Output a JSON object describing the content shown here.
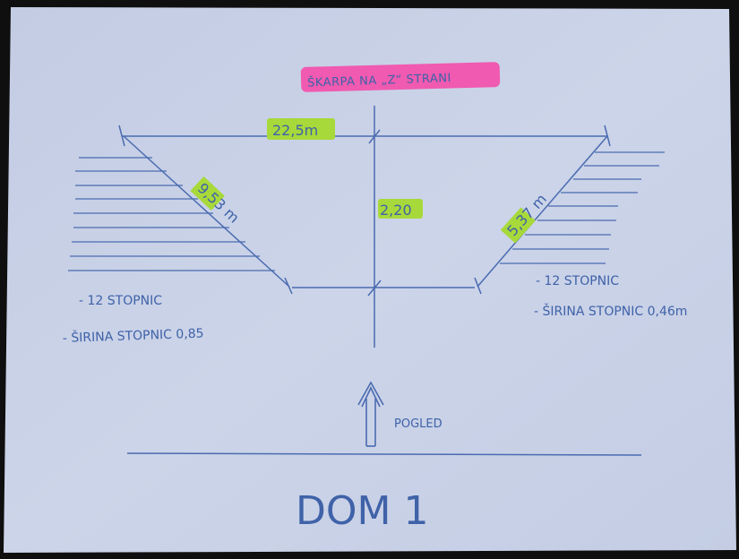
{
  "title": "ŠKARPA NA „Z“ STRANI",
  "dimensions": {
    "top_width": "22,5m",
    "left_slope": "9,53 m",
    "height": "2,20",
    "right_slope": "5,37 m"
  },
  "left_notes": {
    "line1": "- 12 STOPNIC",
    "line2": "- ŠIRINA STOPNIC  0,85"
  },
  "right_notes": {
    "line1": "- 12 STOPNIC",
    "line2": "- ŠIRINA STOPNIC  0,46m"
  },
  "view_label": "POGLED",
  "house_label": "DOM  1",
  "colors": {
    "ink": "#3f62a8",
    "paper": "#c9d1e6",
    "pink_highlight": "#f05ab0",
    "green_highlight": "#a8d93a"
  }
}
